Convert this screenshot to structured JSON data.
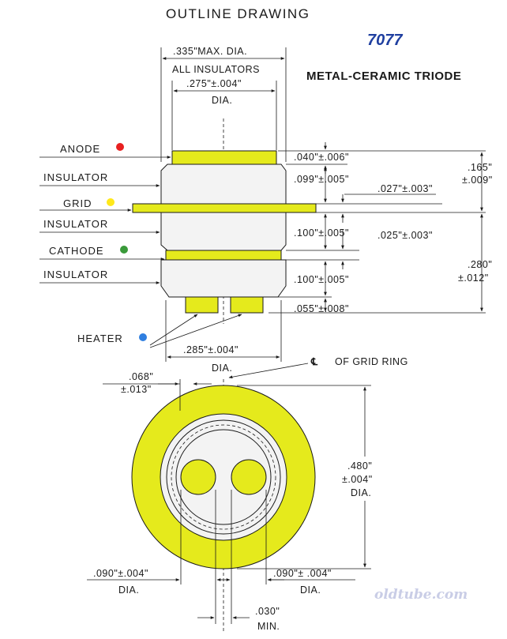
{
  "header": {
    "title": "OUTLINE DRAWING",
    "tube_number": "7077",
    "tube_type": "METAL-CERAMIC TRIODE"
  },
  "labels": {
    "anode": "ANODE",
    "insulator_1": "INSULATOR",
    "grid": "GRID",
    "insulator_2": "INSULATOR",
    "cathode": "CATHODE",
    "insulator_3": "INSULATOR",
    "heater": "HEATER"
  },
  "colors": {
    "anode_dot": "#e82020",
    "grid_dot": "#ffe81a",
    "cathode_dot": "#3a9a3a",
    "heater_dot": "#2f7fe0",
    "metal": "#e5ea1c",
    "title_number": "#1f3fa0"
  },
  "dimensions": {
    "max_dia": ".335\"MAX. DIA.",
    "all_insulators": "ALL INSULATORS",
    "top_dia": ".275\"±.004\"",
    "top_dia_unit": "DIA.",
    "d_040": ".040\"±.006\"",
    "d_099": ".099\"±.005\"",
    "d_027": ".027\"±.003\"",
    "d_165_a": ".165\"",
    "d_165_b": "±.009\"",
    "d_100a": ".100\"±.005\"",
    "d_025": ".025\"±.003\"",
    "d_280_a": ".280\"",
    "d_280_b": "±.012\"",
    "d_100b": ".100\"±.005\"",
    "d_055": ".055\"±.008\"",
    "d_285": ".285\"±.004\"",
    "d_285_unit": "DIA.",
    "grid_ring": "OF GRID RING",
    "d_068_a": ".068\"",
    "d_068_b": "±.013\"",
    "d_480_a": ".480\"",
    "d_480_b": "±.004\"",
    "d_480_unit": "DIA.",
    "d_090_left": ".090\"±.004\"",
    "d_090_left_unit": "DIA.",
    "d_090_right": ".090\"± .004\"",
    "d_090_right_unit": "DIA.",
    "d_030": ".030\"",
    "d_030_unit": "MIN."
  },
  "watermark": "oldtube.com"
}
